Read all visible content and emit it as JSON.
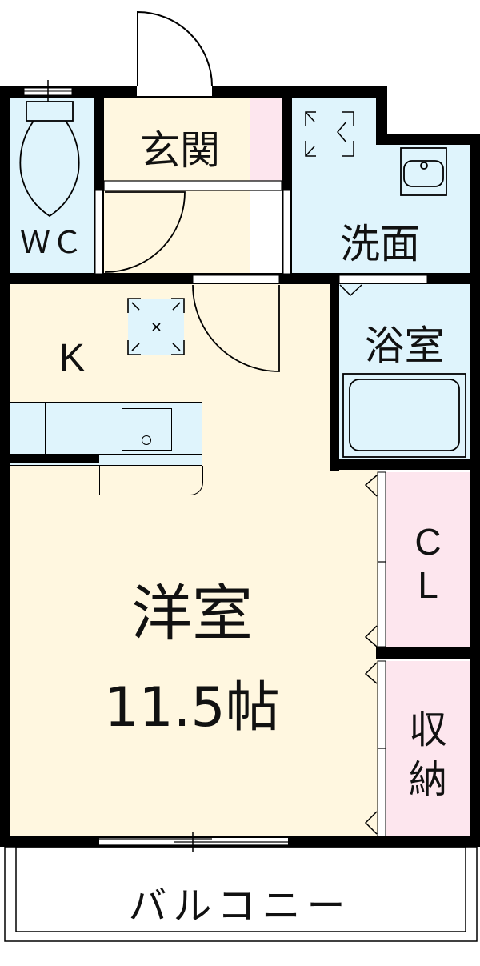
{
  "floorplan": {
    "colors": {
      "wall": "#000000",
      "living_floor": "#fff7e0",
      "wet_area": "#dff4fc",
      "storage": "#fde6ee",
      "balcony": "#ffffff"
    },
    "rooms": {
      "wc": {
        "label": "ＷＣ"
      },
      "genkan": {
        "label": "玄関"
      },
      "senmen": {
        "label": "洗面"
      },
      "kitchen": {
        "label": "K"
      },
      "yokushitsu": {
        "label": "浴室"
      },
      "yoshitsu": {
        "label": "洋室",
        "size": "11.5帖"
      },
      "closet": {
        "label_line1": "C",
        "label_line2": "L"
      },
      "shuno": {
        "label_line1": "収",
        "label_line2": "納"
      },
      "balcony": {
        "label": "バルコニー"
      }
    },
    "fixtures": [
      "toilet-icon",
      "entrance-door-icon",
      "washbasin-icon",
      "washing-machine-space-icon",
      "refrigerator-space-icon",
      "kitchen-sink-icon",
      "bathtub-icon",
      "sliding-window-icon"
    ]
  }
}
